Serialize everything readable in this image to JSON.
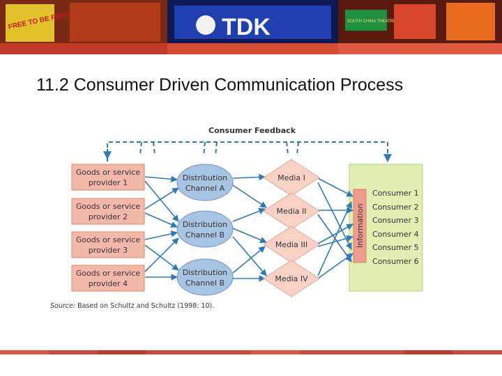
{
  "slide": {
    "title": "11.2 Consumer Driven Communication Process"
  },
  "banner": {
    "brand_text": "TDK",
    "left_sign": "FREE TO BE FIERCE",
    "right_sign": "SOUTH CHINA THEATRE"
  },
  "diagram": {
    "feedback_label": "Consumer Feedback",
    "providers": [
      {
        "line1": "Goods or service",
        "line2": "provider 1"
      },
      {
        "line1": "Goods or service",
        "line2": "provider 2"
      },
      {
        "line1": "Goods or service",
        "line2": "provider 3"
      },
      {
        "line1": "Goods or service",
        "line2": "provider 4"
      }
    ],
    "channels": [
      {
        "line1": "Distribution",
        "line2": "Channel A"
      },
      {
        "line1": "Distribution",
        "line2": "Channel B"
      },
      {
        "line1": "Distribution",
        "line2": "Channel B"
      }
    ],
    "media": [
      "Media I",
      "Media II",
      "Media III",
      "Media IV"
    ],
    "information_label": "Information",
    "consumers": [
      "Consumer 1",
      "Consumer 2",
      "Consumer 3",
      "Consumer 4",
      "Consumer 5",
      "Consumer 6"
    ],
    "source_prefix": "Source:",
    "source_text": " Based on Schultz and Schultz (1998: 10)."
  },
  "colors": {
    "provider_fill": "#f3b8a8",
    "provider_stroke": "#d98770",
    "channel_fill": "#a8c4e3",
    "channel_stroke": "#6f92bd",
    "media_fill": "#f8d2c4",
    "media_stroke": "#e0a58f",
    "consumer_panel": "#e2efb2",
    "consumer_panel_stroke": "#b9cc7a",
    "information_bar": "#ef9c8e",
    "arrow": "#2d7ab5",
    "footer_bar": "#c94a36"
  }
}
